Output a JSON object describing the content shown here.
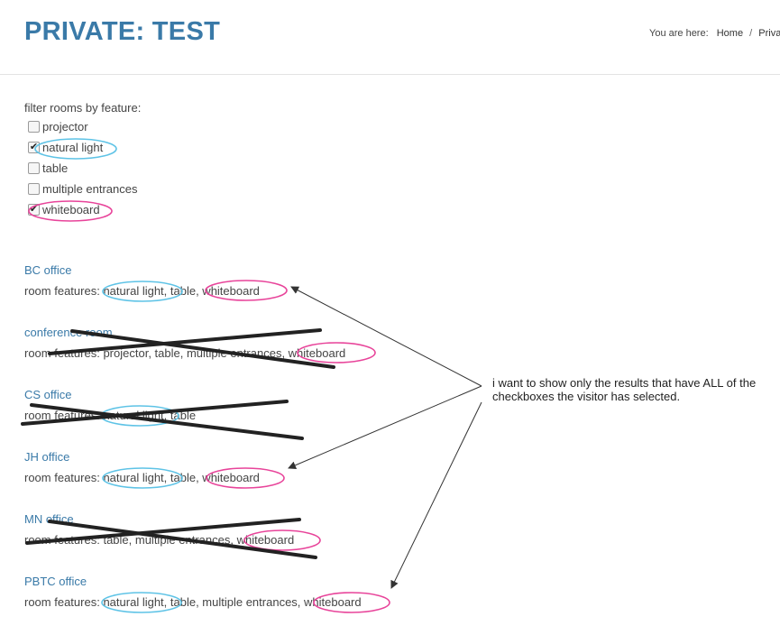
{
  "header": {
    "title": "PRIVATE: TEST",
    "breadcrumb": {
      "prefix": "You are here:",
      "home": "Home",
      "current": "Private",
      "separator": "/"
    }
  },
  "filter": {
    "label": "filter rooms by feature:",
    "options": [
      {
        "label": "projector",
        "checked": false,
        "check_mark": ""
      },
      {
        "label": "natural light",
        "checked": true,
        "check_mark": "✔"
      },
      {
        "label": "table",
        "checked": false,
        "check_mark": ""
      },
      {
        "label": "multiple entrances",
        "checked": false,
        "check_mark": ""
      },
      {
        "label": "whiteboard",
        "checked": true,
        "check_mark": "✔"
      }
    ]
  },
  "rooms": [
    {
      "name": "BC office",
      "features_label": "room features:",
      "features": "natural light, table, whiteboard",
      "crossed_out": false
    },
    {
      "name": "conference room",
      "features_label": "room features:",
      "features": "projector, table, multiple entrances, whiteboard",
      "crossed_out": true
    },
    {
      "name": "CS office",
      "features_label": "room features:",
      "features": "natural light, table",
      "crossed_out": true
    },
    {
      "name": "JH office",
      "features_label": "room features:",
      "features": "natural light, table, whiteboard",
      "crossed_out": false
    },
    {
      "name": "MN office",
      "features_label": "room features:",
      "features": "table, multiple entrances, whiteboard",
      "crossed_out": true
    },
    {
      "name": "PBTC office",
      "features_label": "room features:",
      "features": "natural light, table, multiple entrances, whiteboard",
      "crossed_out": false
    }
  ],
  "annotation": {
    "text": "i want to show only the results that have ALL of the checkboxes the visitor has selected.",
    "colors": {
      "blue_circle": "#5ec3e6",
      "pink_circle": "#e8449a",
      "cross": "#222222",
      "arrow": "#333333"
    }
  }
}
